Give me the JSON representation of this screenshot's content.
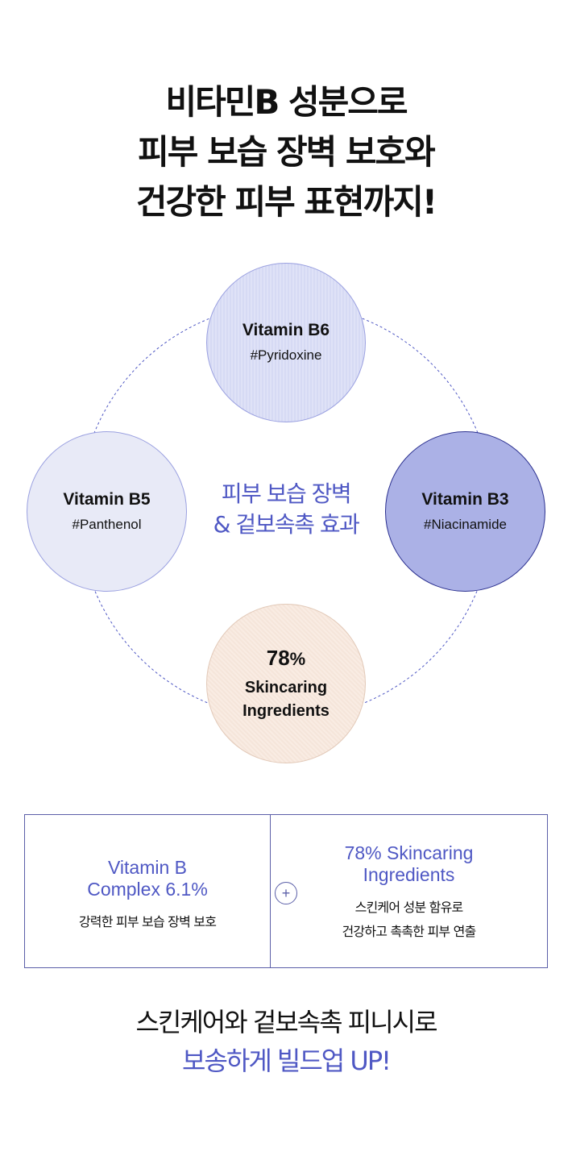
{
  "headline": {
    "line1": "비타민B 성분으로",
    "line2": "피부 보습 장벽 보호와",
    "line3": "건강한 피부 표현까지!"
  },
  "diagram": {
    "b6": {
      "title": "Vitamin B6",
      "sub": "#Pyridoxine"
    },
    "b5": {
      "title": "Vitamin B5",
      "sub": "#Panthenol"
    },
    "b3": {
      "title": "Vitamin B3",
      "sub": "#Niacinamide"
    },
    "skincare": {
      "percent": "78",
      "percent_sign": "%",
      "line1": "Skincaring",
      "line2": "Ingredients"
    },
    "center_line1": "피부 보습 장벽",
    "center_line2": "& 겉보속촉 효과"
  },
  "summary": {
    "left_title1": "Vitamin B",
    "left_title2": "Complex 6.1%",
    "left_desc": "강력한 피부 보습 장벽 보호",
    "plus": "+",
    "right_title1": "78% Skincaring",
    "right_title2": "Ingredients",
    "right_desc1": "스킨케어 성분 함유로",
    "right_desc2": "건강하고 촉촉한 피부 연출"
  },
  "closing": {
    "line1": "스킨케어와 겉보속촉 피니시로",
    "line2": "보송하게 빌드업 UP!"
  },
  "colors": {
    "accent": "#4f58c4",
    "b6_fill": "#d9dcf5",
    "b5_fill": "#e8eaf7",
    "b3_fill": "#abb1e6",
    "skincare_fill": "#f6e7dc",
    "border": "#5b5fa8"
  }
}
